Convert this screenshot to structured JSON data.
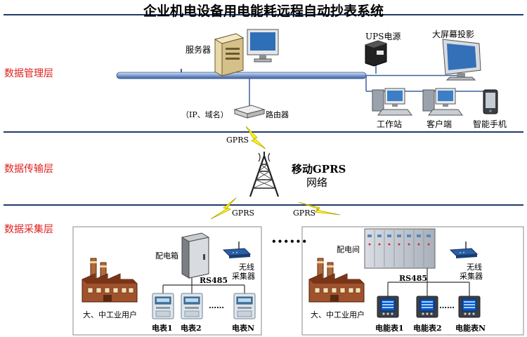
{
  "title": "企业机电设备用电能耗远程自动抄表系统",
  "layers": {
    "management": "数据管理层",
    "transmission": "数据传输层",
    "collection": "数据采集层"
  },
  "management": {
    "server": "服务器",
    "ups": "UPS电源",
    "projector": "大屏幕投影",
    "router_note": "（IP、域名）",
    "router": "路由器",
    "workstation": "工作站",
    "client": "客户端",
    "smartphone": "智能手机"
  },
  "transmission": {
    "gprs_top": "GPRS",
    "network_line1": "移动GPRS",
    "network_line2": "网络",
    "gprs_left": "GPRS",
    "gprs_right": "GPRS"
  },
  "collection": {
    "ellipsis": "••••••",
    "left": {
      "cabinet": "配电箱",
      "wireless_line1": "无线",
      "wireless_line2": "采集器",
      "bus": "RS485",
      "factory": "大、中工业用户",
      "meter1": "电表1",
      "meter2": "电表2",
      "meter_dots": "……",
      "meterN": "电表N"
    },
    "right": {
      "room": "配电间",
      "wireless_line1": "无线",
      "wireless_line2": "采集器",
      "bus": "RS485",
      "factory": "大、中工业用户",
      "meter1": "电能表1",
      "meter2": "电能表2",
      "meter_dots": "……",
      "meterN": "电能表N"
    }
  },
  "colors": {
    "layer_text": "#e02020",
    "divider": "#1f3a6b",
    "backbone": "#7f9ed0",
    "lightning": "#ffff00",
    "factory_brick": "#a0522d"
  }
}
